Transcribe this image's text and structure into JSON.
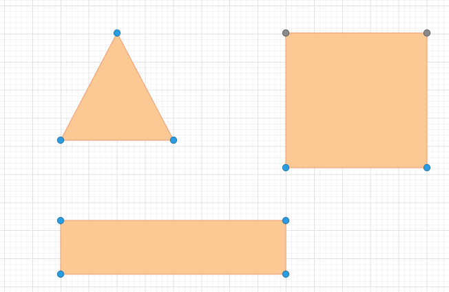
{
  "app": {
    "description_visible_text": ""
  },
  "colors": {
    "grid_minor": "#f3f3f3",
    "grid_major": "#e2e2e2",
    "shape_fill": "#fcc68f",
    "shape_stroke": "#f2a37a",
    "handle_blue": "#2b9be0",
    "handle_blue_stroke": "#1f6fa3",
    "handle_gray": "#8a8a8a",
    "handle_gray_stroke": "#555555"
  },
  "shapes": [
    {
      "id": "triangle",
      "kind": "triangle",
      "handle_colors": [
        "blue",
        "blue",
        "blue"
      ]
    },
    {
      "id": "square",
      "kind": "square",
      "handle_colors": [
        "gray",
        "gray",
        "blue",
        "blue"
      ]
    },
    {
      "id": "rectangle",
      "kind": "rectangle",
      "handle_colors": [
        "blue",
        "blue",
        "blue",
        "blue"
      ]
    }
  ]
}
